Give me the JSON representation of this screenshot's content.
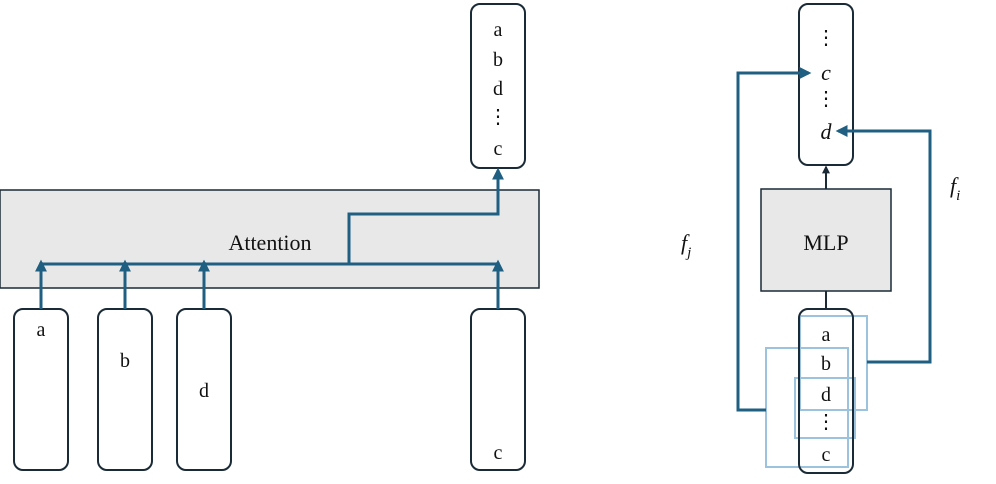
{
  "colors": {
    "arrow": "#1f5f82",
    "box_stroke": "#1a2a36",
    "block_fill": "#e8e8e8",
    "light_outline": "#9cc3dd",
    "background": "#ffffff"
  },
  "left_panel": {
    "attention_label": "Attention",
    "output_tokens": [
      "a",
      "b",
      "d",
      "⋮",
      "c"
    ],
    "input_tokens": [
      "a",
      "b",
      "d",
      "c"
    ]
  },
  "right_panel": {
    "mlp_label": "MLP",
    "output_tokens": [
      "⋮",
      "c",
      "⋮",
      "d"
    ],
    "input_tokens": [
      "a",
      "b",
      "d",
      "⋮",
      "c"
    ],
    "f_i": {
      "base": "f",
      "sub": "i"
    },
    "f_j": {
      "base": "f",
      "sub": "j"
    }
  }
}
